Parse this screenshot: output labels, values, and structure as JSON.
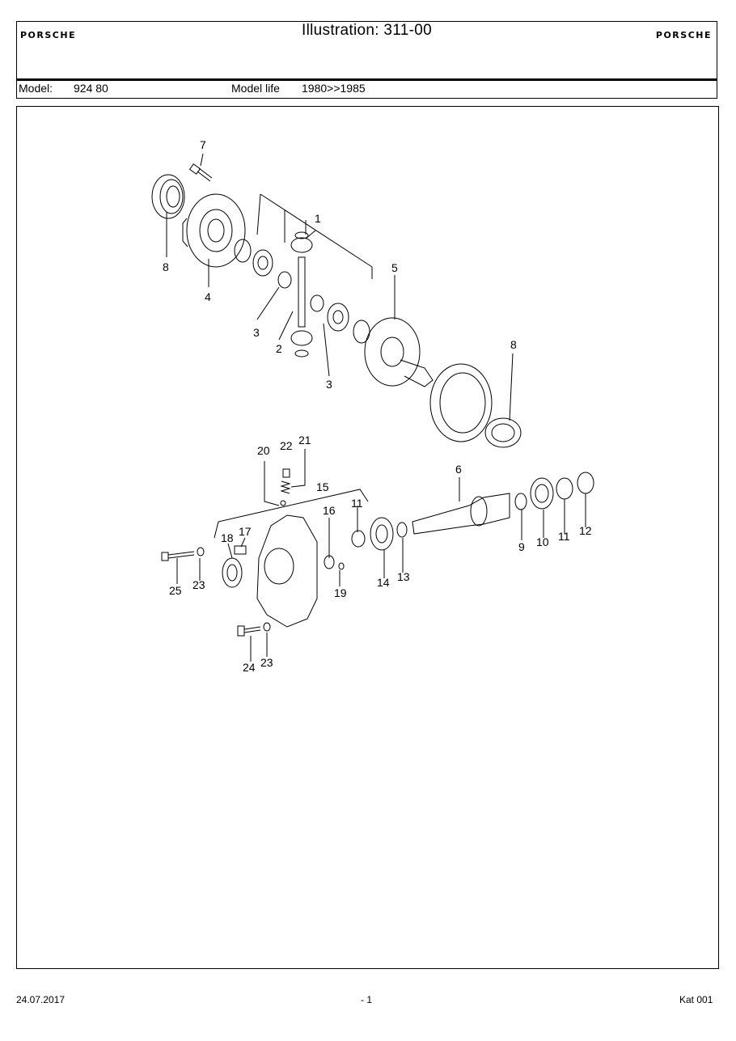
{
  "header": {
    "brand_left": "PORSCHE",
    "brand_right": "PORSCHE",
    "title": "Illustration: 311-00"
  },
  "model_info": {
    "model_label": "Model:",
    "model_value": "924 80",
    "life_label": "Model life",
    "life_value": "1980>>1985"
  },
  "diagram": {
    "callouts": [
      "7",
      "1",
      "8",
      "4",
      "5",
      "3",
      "2",
      "3",
      "8",
      "20",
      "22",
      "21",
      "15",
      "16",
      "11",
      "18",
      "17",
      "6",
      "9",
      "10",
      "11",
      "12",
      "25",
      "23",
      "14",
      "13",
      "19",
      "24",
      "23"
    ]
  },
  "footer": {
    "date": "24.07.2017",
    "page": "- 1",
    "catalog": "Kat 001"
  }
}
